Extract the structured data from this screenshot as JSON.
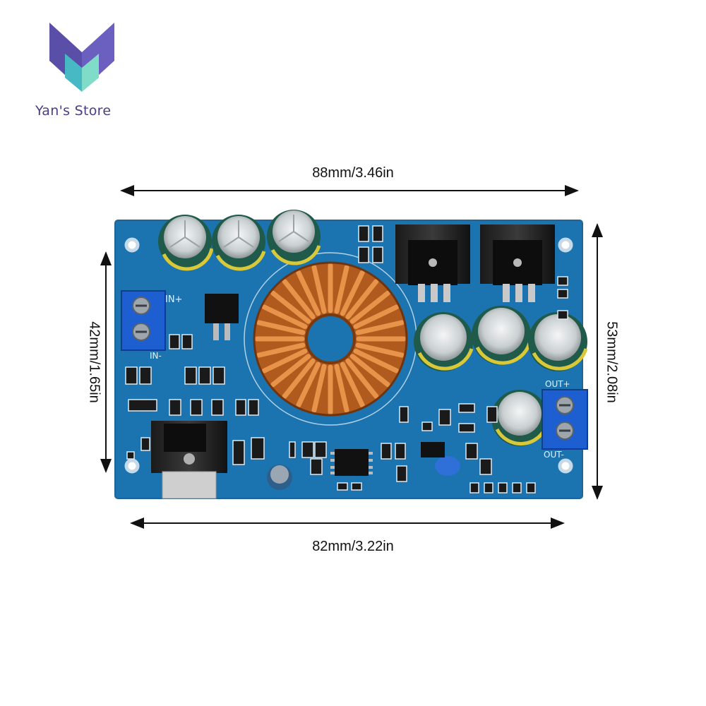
{
  "brand": {
    "name": "Yan's Store",
    "logo_icon": "y-letter-logo-icon",
    "logo_colors": [
      "#5a4fa8",
      "#43b8c0",
      "#7fe0c8"
    ]
  },
  "dimensions": {
    "top": "88mm/3.46in",
    "bottom": "82mm/3.22in",
    "left": "42mm/1.65in",
    "right": "53mm/2.08in"
  },
  "board": {
    "pcb_color": "#1b74b0",
    "silkscreen": {
      "in_plus": "IN+",
      "in_minus": "IN-",
      "out_plus": "OUT+",
      "out_minus": "OUT-"
    }
  }
}
